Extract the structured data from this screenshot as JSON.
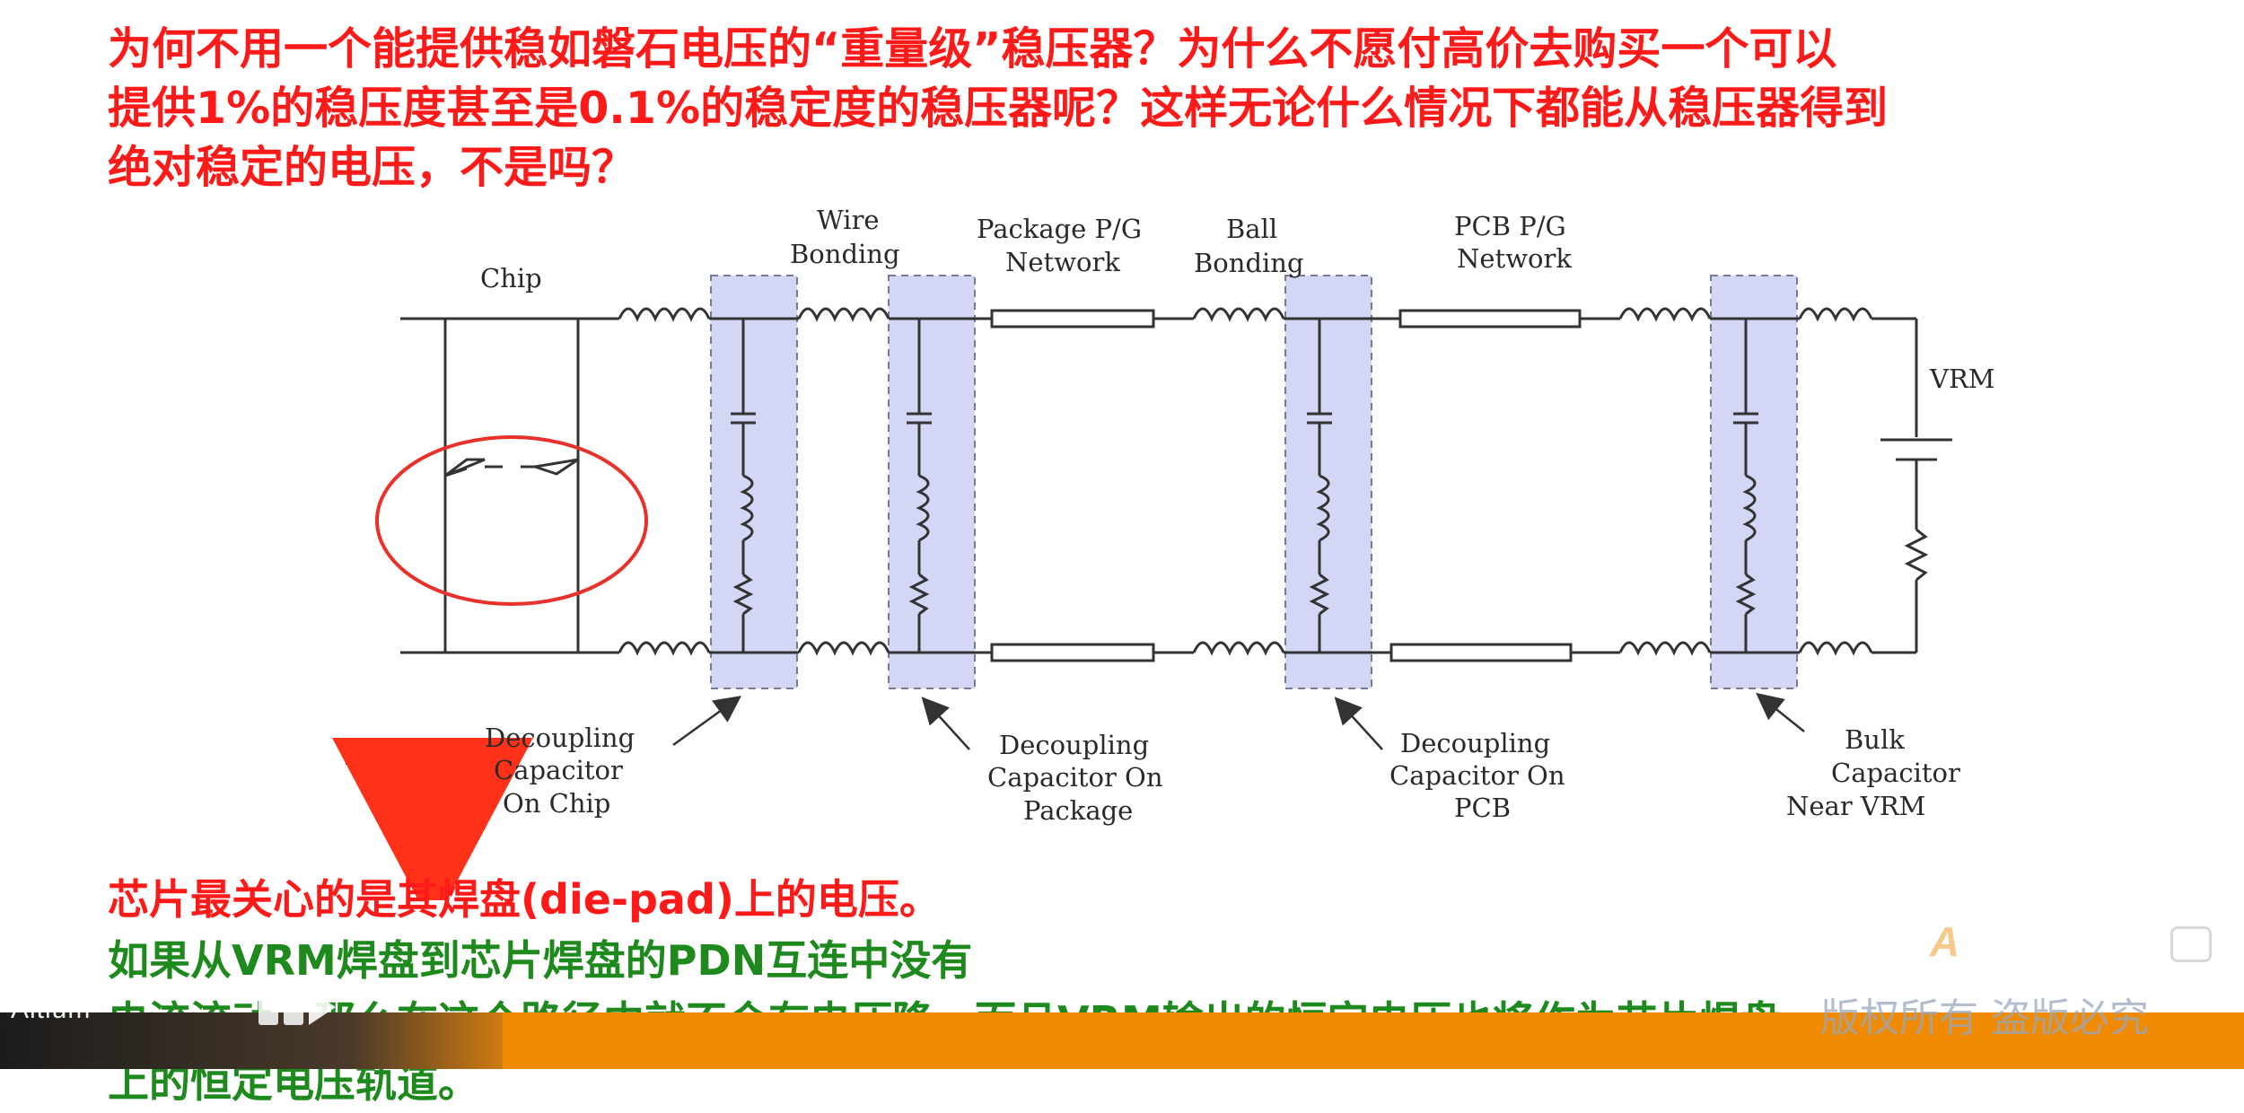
{
  "slide": {
    "top_lines": [
      "为何不用一个能提供稳如磐石电压的“重量级”稳压器？为什么不愿付高价去购买一个可以",
      "提供1%的稳压度甚至是0.1%的稳定度的稳压器呢？这样无论什么情况下都能从稳压器得到",
      "绝对稳定的电压，不是吗？"
    ],
    "bottom_red": "芯片最关心的是其焊盘(die-pad)上的电压。",
    "bottom_green_1": "如果从VRM焊盘到芯片焊盘的PDN互连中没有",
    "bottom_line_2": "电流流动，那么在这个路径中就不会有电压降，而且VRM输出的恒定电压也将作为芯片焊盘",
    "bottom_line_3": "上的恒定电压轨道。"
  },
  "diagram": {
    "labels": {
      "chip": "Chip",
      "wire_1": "Wire",
      "wire_2": "Bonding",
      "pkg_1": "Package P/G",
      "pkg_2": "Network",
      "ball_1": "Ball",
      "ball_2": "Bonding",
      "pcb_1": "PCB P/G",
      "pcb_2": "Network",
      "vrm": "VRM",
      "dchip_1": "Decoupling",
      "dchip_2": "Capacitor",
      "dchip_3": "On Chip",
      "dpkg_1": "Decoupling",
      "dpkg_2": "Capacitor On",
      "dpkg_3": "Package",
      "dpcb_1": "Decoupling",
      "dpcb_2": "Capacitor On",
      "dpcb_3": "PCB",
      "bulk_1": "Bulk",
      "bulk_2": "Capacitor",
      "bulk_3": "Near VRM"
    }
  },
  "watermark": {
    "left": "Altium",
    "right": "版权所有 盗版必究"
  },
  "colors": {
    "title_red": "#ff1a1a",
    "text_green": "#1e8a1e",
    "highlight_box": "#cfd2f4",
    "footer_orange": "#f08a00"
  }
}
